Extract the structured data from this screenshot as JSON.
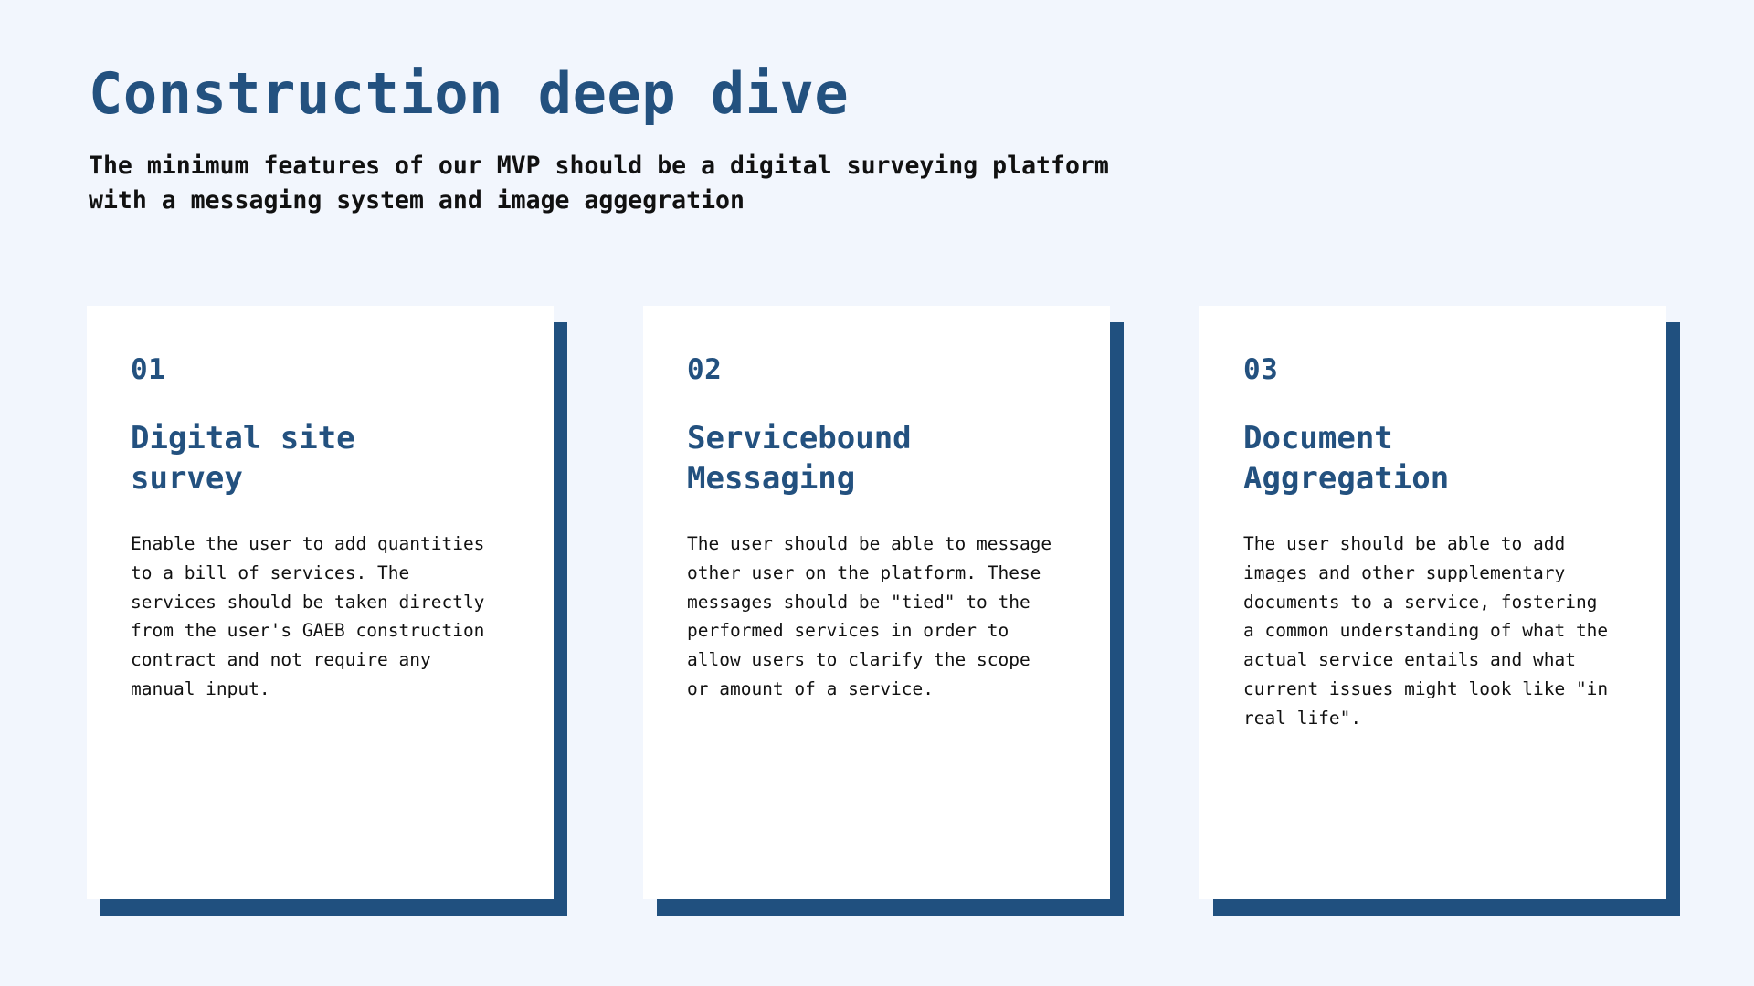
{
  "theme": {
    "background": "#f2f6fd",
    "accent_blue": "#23517f",
    "shadow_blue": "#20507f",
    "card_background": "#ffffff",
    "body_text": "#111111"
  },
  "header": {
    "title": "Construction deep dive",
    "subtitle": "The minimum features of our MVP should be a digital surveying platform\nwith a messaging system and image aggegration"
  },
  "cards": [
    {
      "number": "01",
      "title": "Digital site\nsurvey",
      "body": "Enable the user to add quantities\nto a bill of services. The\nservices should be taken directly\nfrom the user's GAEB construction\ncontract and not require any\nmanual input."
    },
    {
      "number": "02",
      "title": "Servicebound\nMessaging",
      "body": "The user should be able to message\nother user on the platform. These\nmessages should be \"tied\" to the\nperformed services in order to\nallow users to clarify the scope\nor amount of a service."
    },
    {
      "number": "03",
      "title": "Document\nAggregation",
      "body": "The user should be able to add\nimages and other supplementary\ndocuments to a service, fostering\na common understanding of what the\nactual service entails and what\ncurrent issues might look like \"in\nreal life\"."
    }
  ]
}
